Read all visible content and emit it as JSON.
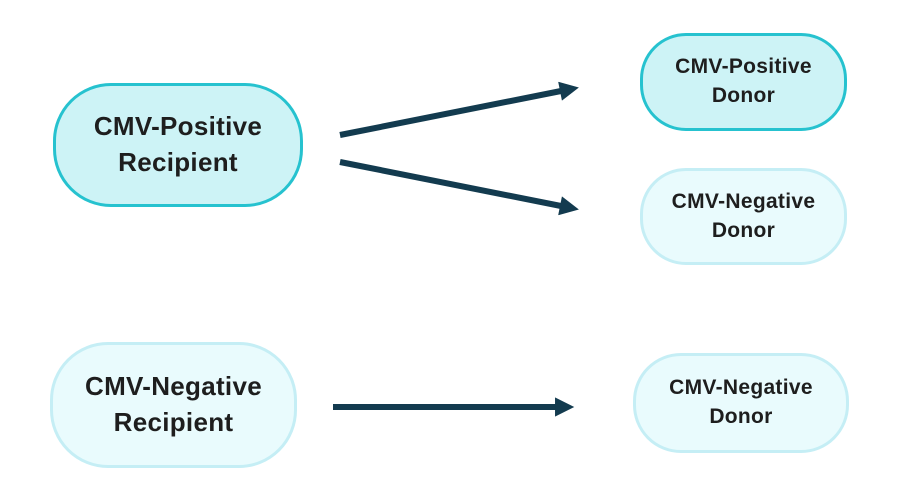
{
  "diagram": {
    "title": "",
    "colors": {
      "background": "#ffffff",
      "positive_fill": "#cdf3f6",
      "positive_border": "#26c2cf",
      "negative_fill": "#e9fbfd",
      "negative_border": "#c5eef5",
      "arrow": "#133b4f",
      "text": "#1e1e1e"
    },
    "nodes": [
      {
        "id": "pos-recipient",
        "line1": "CMV-Positive",
        "line2": "Recipient",
        "status": "positive"
      },
      {
        "id": "pos-donor",
        "line1": "CMV-Positive",
        "line2": "Donor",
        "status": "positive"
      },
      {
        "id": "neg-donor-top",
        "line1": "CMV-Negative",
        "line2": "Donor",
        "status": "negative"
      },
      {
        "id": "neg-recipient",
        "line1": "CMV-Negative",
        "line2": "Recipient",
        "status": "negative"
      },
      {
        "id": "neg-donor-bottom",
        "line1": "CMV-Negative",
        "line2": "Donor",
        "status": "negative"
      }
    ],
    "edges": [
      {
        "from": "pos-recipient",
        "to": "pos-donor"
      },
      {
        "from": "pos-recipient",
        "to": "neg-donor-top"
      },
      {
        "from": "neg-recipient",
        "to": "neg-donor-bottom"
      }
    ]
  }
}
